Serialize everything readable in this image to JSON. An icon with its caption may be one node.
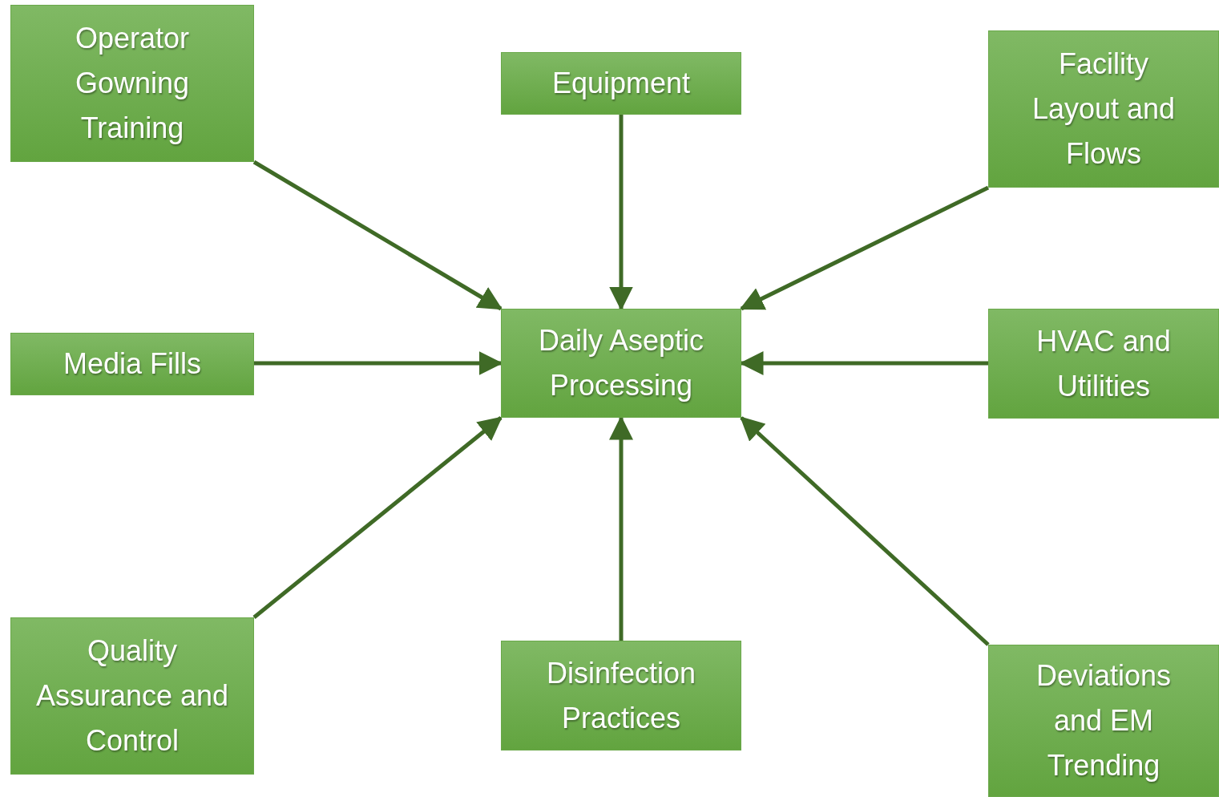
{
  "diagram": {
    "nodes": [
      {
        "text": [
          "Operator Gowning Training"
        ]
      },
      {
        "text": [
          "Equipment"
        ]
      },
      {
        "text": [
          "Facility Layout and Flows"
        ]
      },
      {
        "text": [
          "Media Fills"
        ]
      },
      {
        "text": [
          "Daily Aseptic Processing"
        ]
      },
      {
        "text": [
          "HVAC and Utilities"
        ]
      },
      {
        "text": [
          "Quality Assurance and Control"
        ]
      },
      {
        "text": [
          "Disinfection Practices"
        ]
      },
      {
        "text": [
          "Deviations and EM Trending"
        ]
      }
    ],
    "edges": [
      {
        "from": 0,
        "to": 4,
        "arrow": "to"
      },
      {
        "from": 1,
        "to": 4,
        "arrow": "to"
      },
      {
        "from": 2,
        "to": 4,
        "arrow": "to"
      },
      {
        "from": 3,
        "to": 4,
        "arrow": "to"
      },
      {
        "from": 5,
        "to": 4,
        "arrow": "to"
      },
      {
        "from": 6,
        "to": 4,
        "arrow": "to"
      },
      {
        "from": 7,
        "to": 4,
        "arrow": "to"
      },
      {
        "from": 8,
        "to": 4,
        "arrow": "to"
      }
    ]
  }
}
